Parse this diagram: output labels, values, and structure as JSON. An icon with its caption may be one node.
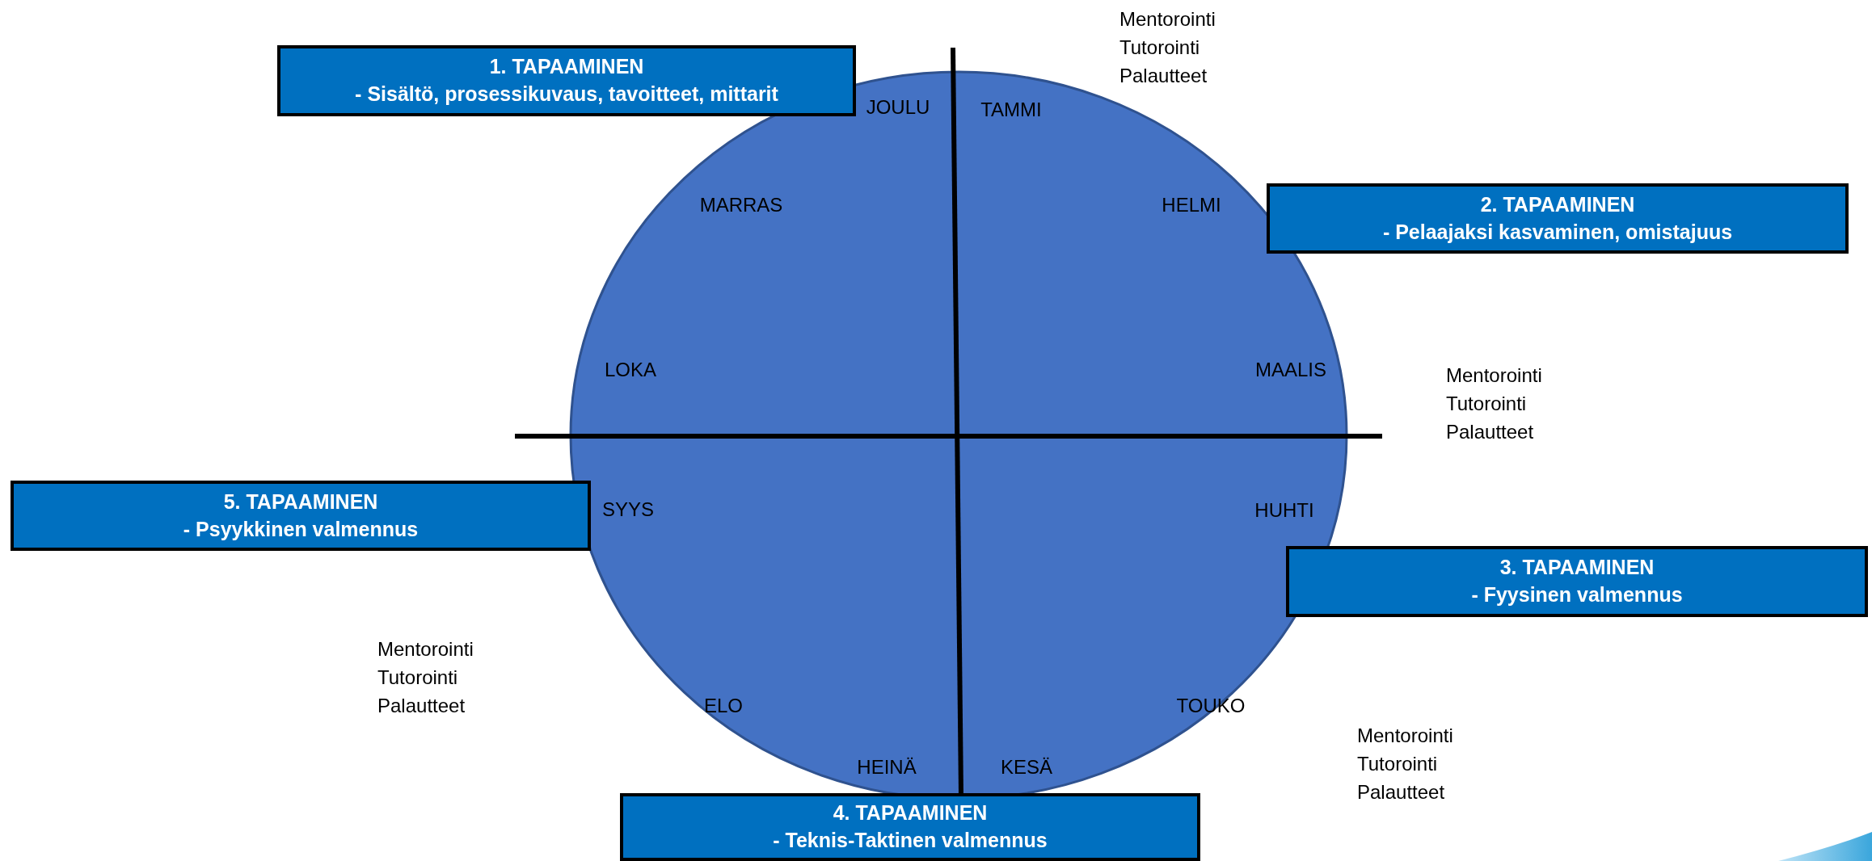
{
  "diagram": {
    "nodes": [
      {
        "text": [
          "1. TAPAAMINEN",
          "- Sisältö, prosessikuvaus, tavoitteet, mittarit"
        ]
      },
      {
        "text": [
          "2. TAPAAMINEN",
          "- Pelaajaksi kasvaminen, omistajuus"
        ]
      },
      {
        "text": [
          "3. TAPAAMINEN",
          "- Fyysinen valmennus"
        ]
      },
      {
        "text": [
          "4. TAPAAMINEN",
          "- Teknis-Taktinen valmennus"
        ]
      },
      {
        "text": [
          "5. TAPAAMINEN",
          "- Psyykkinen valmennus"
        ]
      }
    ],
    "labels": [
      "Mentorointi Tutorointi Palautteet",
      "JOULU",
      "TAMMI",
      "MARRAS",
      "HELMI",
      "LOKA",
      "MAALIS",
      "Mentorointi Tutorointi Palautteet",
      "SYYS",
      "HUHTI",
      "Mentorointi Tutorointi Palautteet",
      "ELO",
      "TOUKO",
      "Mentorointi Tutorointi Palautteet",
      "HEINÄ",
      "KESÄ"
    ]
  }
}
